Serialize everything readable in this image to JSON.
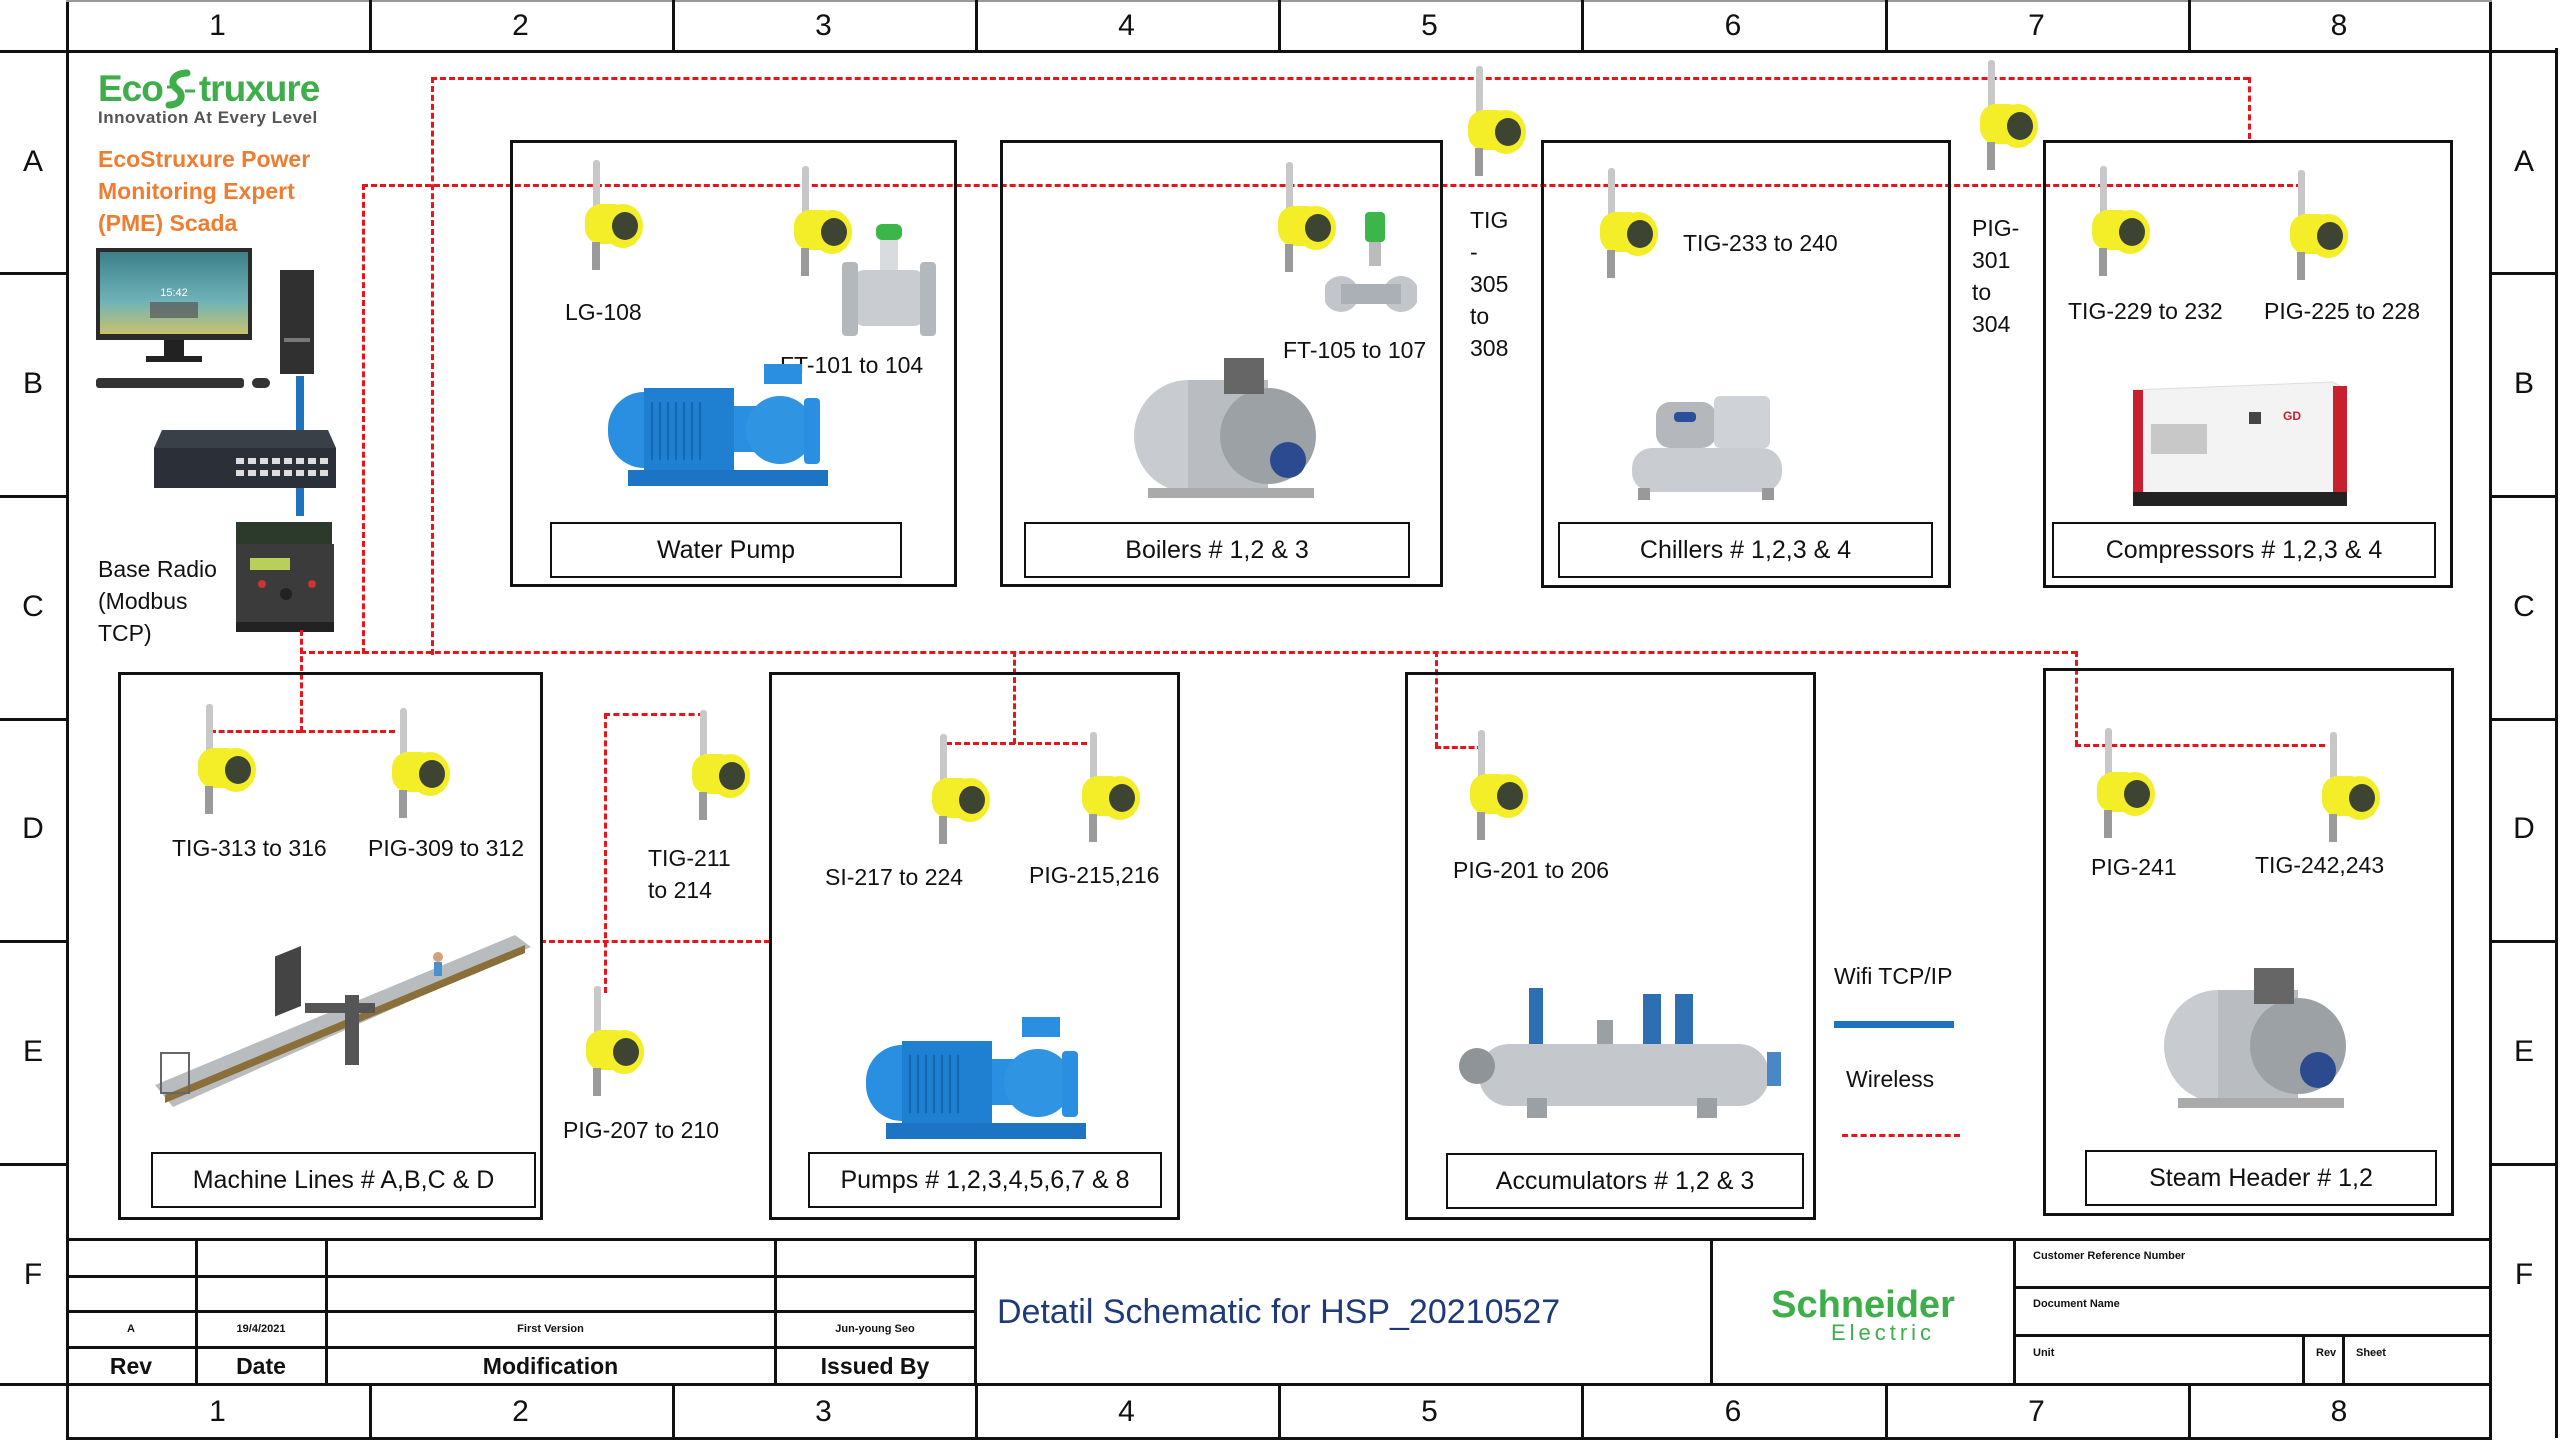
{
  "grid": {
    "columns": [
      "1",
      "2",
      "3",
      "4",
      "5",
      "6",
      "7",
      "8"
    ],
    "rows": [
      "A",
      "B",
      "C",
      "D",
      "E",
      "F"
    ]
  },
  "scada": {
    "brand": "EcoStruxure",
    "brand_eco": "Eco",
    "brand_rest": "truxure",
    "tagline": "Innovation At Every Level",
    "title_lines": [
      "EcoStruxure Power",
      "Monitoring Expert",
      "(PME) Scada"
    ],
    "clock": "15:42",
    "base_radio_lines": [
      "Base Radio",
      "(Modbus",
      "TCP)"
    ],
    "colors": {
      "brand_green": "#3dae49",
      "orange": "#ef7d31"
    }
  },
  "equipment": [
    {
      "id": "water-pump",
      "name": "Water Pump",
      "sensors": [
        "LG-108",
        "FT-101 to 104"
      ]
    },
    {
      "id": "boilers",
      "name": "Boilers # 1,2 & 3",
      "sensors": [
        "FT-105 to 107"
      ]
    },
    {
      "id": "chillers",
      "name": "Chillers # 1,2,3 & 4",
      "sensors": [
        "TIG-233 to 240"
      ]
    },
    {
      "id": "compressors",
      "name": "Compressors # 1,2,3 & 4",
      "sensors": [
        "TIG-229 to 232",
        "PIG-225 to 228"
      ]
    },
    {
      "id": "machine-lines",
      "name": "Machine Lines # A,B,C & D",
      "sensors": [
        "TIG-313 to 316",
        "PIG-309 to 312"
      ]
    },
    {
      "id": "pumps",
      "name": "Pumps # 1,2,3,4,5,6,7 & 8",
      "sensors": [
        "SI-217 to 224",
        "PIG-215,216"
      ]
    },
    {
      "id": "accumulators",
      "name": "Accumulators # 1,2 & 3",
      "sensors": [
        "PIG-201 to 206"
      ]
    },
    {
      "id": "steam-header",
      "name": "Steam Header # 1,2",
      "sensors": [
        "PIG-241",
        "TIG-242,243"
      ]
    }
  ],
  "standalone_sensors": {
    "tig_305": [
      "TIG",
      "-",
      "305",
      "to",
      "308"
    ],
    "pig_301": [
      "PIG-",
      "301",
      "to",
      "304"
    ],
    "tig_211": [
      "TIG-211",
      "to 214"
    ],
    "pig_207": "PIG-207 to 210"
  },
  "legend": {
    "wifi_label": "Wifi TCP/IP",
    "wireless_label": "Wireless",
    "wifi_color": "#1e73be",
    "wireless_color": "#e8141b"
  },
  "title_block": {
    "revisions": [
      {
        "rev": "",
        "date": "",
        "modification": "",
        "issued_by": ""
      },
      {
        "rev": "",
        "date": "",
        "modification": "",
        "issued_by": ""
      },
      {
        "rev": "A",
        "date": "19/4/2021",
        "modification": "First Version",
        "issued_by": "Jun-young Seo"
      }
    ],
    "headers": {
      "rev": "Rev",
      "date": "Date",
      "modification": "Modification",
      "issued_by": "Issued By"
    },
    "drawing_title": "Detatil Schematic for HSP_20210527",
    "company_line1": "Schneider",
    "company_line2": "Electric",
    "fields": {
      "customer_ref": "Customer Reference Number",
      "document_name": "Document Name",
      "unit": "Unit",
      "rev": "Rev",
      "sheet": "Sheet"
    },
    "title_color": "#1f3a7a",
    "company_color": "#3dae49"
  }
}
